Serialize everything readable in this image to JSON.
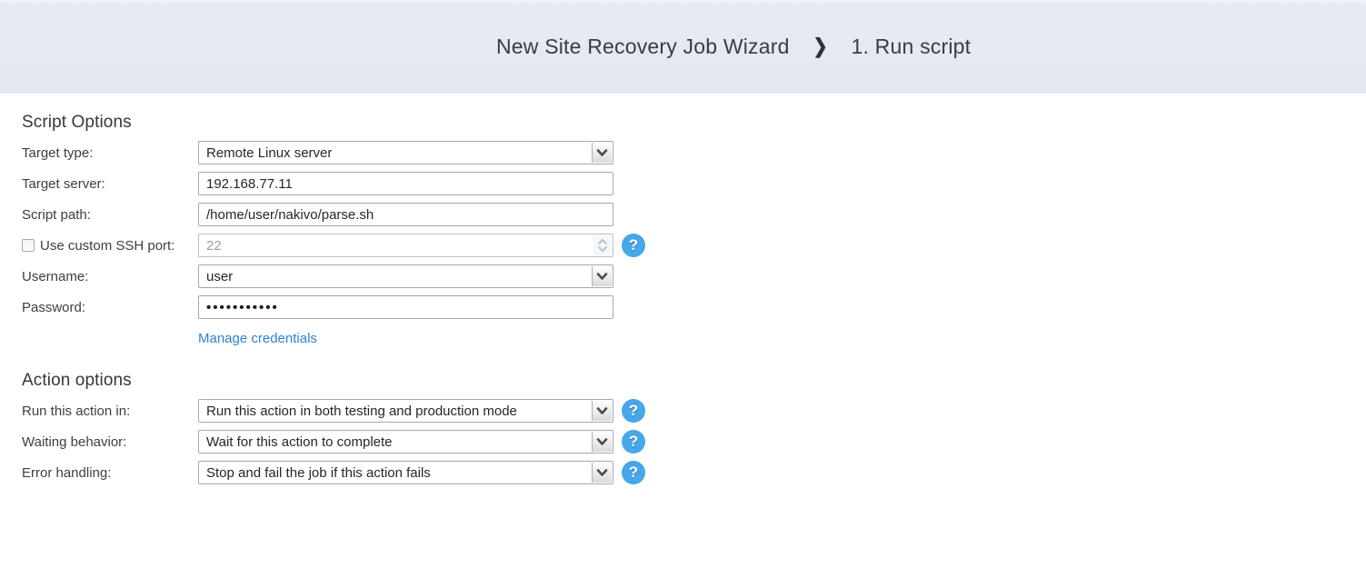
{
  "header": {
    "wizard_title": "New Site Recovery Job Wizard",
    "separator": "❯",
    "step_label": "1. Run script"
  },
  "script_options": {
    "section_title": "Script Options",
    "target_type": {
      "label": "Target type:",
      "value": "Remote Linux server"
    },
    "target_server": {
      "label": "Target server:",
      "value": "192.168.77.11"
    },
    "script_path": {
      "label": "Script path:",
      "value": "/home/user/nakivo/parse.sh"
    },
    "ssh_port": {
      "label": "Use custom SSH port:",
      "value": "22",
      "checked": false,
      "enabled": false
    },
    "username": {
      "label": "Username:",
      "value": "user"
    },
    "password": {
      "label": "Password:",
      "value": "•••••••••••"
    },
    "manage_credentials_label": "Manage credentials"
  },
  "action_options": {
    "section_title": "Action options",
    "run_mode": {
      "label": "Run this action in:",
      "value": "Run this action in both testing and production mode"
    },
    "waiting_behavior": {
      "label": "Waiting behavior:",
      "value": "Wait for this action to complete"
    },
    "error_handling": {
      "label": "Error handling:",
      "value": "Stop and fail the job if this action fails"
    }
  },
  "icons": {
    "help_icon_glyph": "?",
    "dropdown_arrow": "chevron-down",
    "spinner_up": "chevron-up",
    "spinner_down": "chevron-down"
  },
  "colors": {
    "header_background": "#e4e8f1",
    "help_icon_blue": "#47a7e8",
    "link_blue": "#2e82d4",
    "title_text": "#383d44"
  }
}
